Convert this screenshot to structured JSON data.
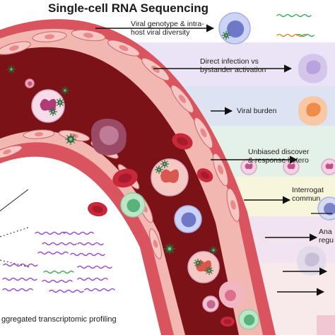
{
  "title": "Single-cell RNA Sequencing",
  "bands": [
    {
      "lines": [
        "Viral genotype & intra-",
        "host viral diversity"
      ],
      "color": "#ffffff"
    },
    {
      "lines": [
        "Direct infection vs",
        "bystander activation"
      ],
      "color": "#ebe4f6"
    },
    {
      "lines": [
        "Viral burden"
      ],
      "color": "#dde3f3"
    },
    {
      "lines": [
        "Unbiased discover",
        "& response hetero"
      ],
      "color": "#e4f1e8"
    },
    {
      "lines": [
        "Interrogat",
        "commun"
      ],
      "color": "#f7f5dc"
    },
    {
      "lines": [
        "Ana",
        "regu"
      ],
      "color": "#f1e3ef"
    },
    {
      "lines": [
        ""
      ],
      "color": "#f8eaea"
    }
  ],
  "footer_label": "ggregated transcriptomic profiling",
  "colors": {
    "vessel_wall": "#d9545f",
    "vessel_wall_dark": "#b33340",
    "endothelium": "#f3b7b1",
    "lumen": "#7b1218",
    "rbc": "#c8283a",
    "monocyte": "#9b4a66",
    "virus": "#2f6a3c",
    "rna_purple": "#9b4bd6",
    "rna_green": "#3fae5a",
    "rna_orange": "#e08a2d"
  }
}
